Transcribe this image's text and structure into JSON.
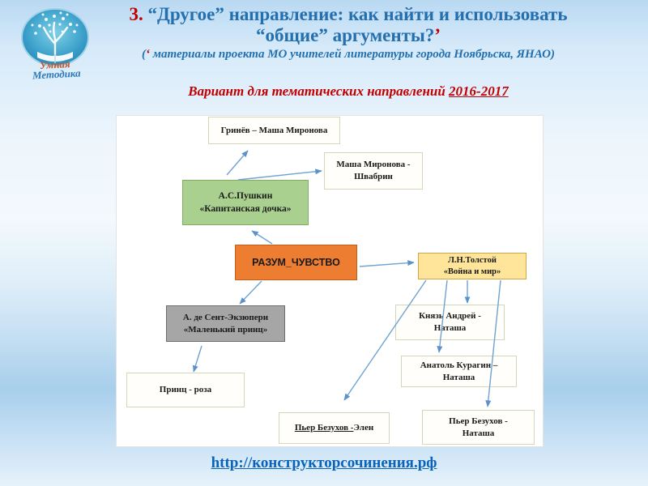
{
  "slide": {
    "logo": {
      "line1": "Умная",
      "line2": "Методика"
    },
    "title": {
      "number": "3.",
      "line1": "“Другое” направление: как найти и использовать",
      "line2": "“общие” аргументы?",
      "tick": "’"
    },
    "subtitle": {
      "open": "(",
      "tick": "‘",
      "text": "материалы проекта МО учителей литературы города Ноябрьска, ЯНАО)"
    },
    "variant": {
      "text": "Вариант для тематических направлений",
      "years": "2016-2017"
    },
    "link": "http://конструкторсочинения.рф"
  },
  "diagram": {
    "nodes": {
      "grinev": {
        "line1": "Гринёв – Маша Миронова"
      },
      "masha_shvabrin": {
        "line1": "Маша Миронова -",
        "line2": "Швабрин"
      },
      "pushkin": {
        "line1": "А.С.Пушкин",
        "line2": "«Капитанская дочка»"
      },
      "razum": {
        "line1": "РАЗУМ_ЧУВСТВО"
      },
      "tolstoy": {
        "line1": "Л.Н.Толстой",
        "line2": "«Война и мир»"
      },
      "exupery": {
        "line1": "А. де Сент-Экзюпери",
        "line2": "«Маленький принц»"
      },
      "knyaz": {
        "line1": "Князь Андрей -",
        "line2": "Наташа"
      },
      "anatol": {
        "line1": "Анатоль Курагин –",
        "line2": "Наташа"
      },
      "prince_rose": {
        "line1": "Принц - роза"
      },
      "pierre_ellen": {
        "underlined": "Пьер Безухов -",
        "rest": " Элен"
      },
      "pierre_natasha": {
        "line1": "Пьер Безухов -",
        "line2": "Наташа"
      }
    },
    "colors": {
      "title_blue": "#2470ae",
      "accent_red": "#c00000",
      "link_blue": "#0a63bb",
      "node_green": "#a9d08e",
      "node_orange": "#ed7d31",
      "node_yellow": "#ffe599",
      "node_gray": "#a6a6a6",
      "white_node_border": "#d3d7ba",
      "arrow_blue": "#6fa3d2"
    }
  }
}
